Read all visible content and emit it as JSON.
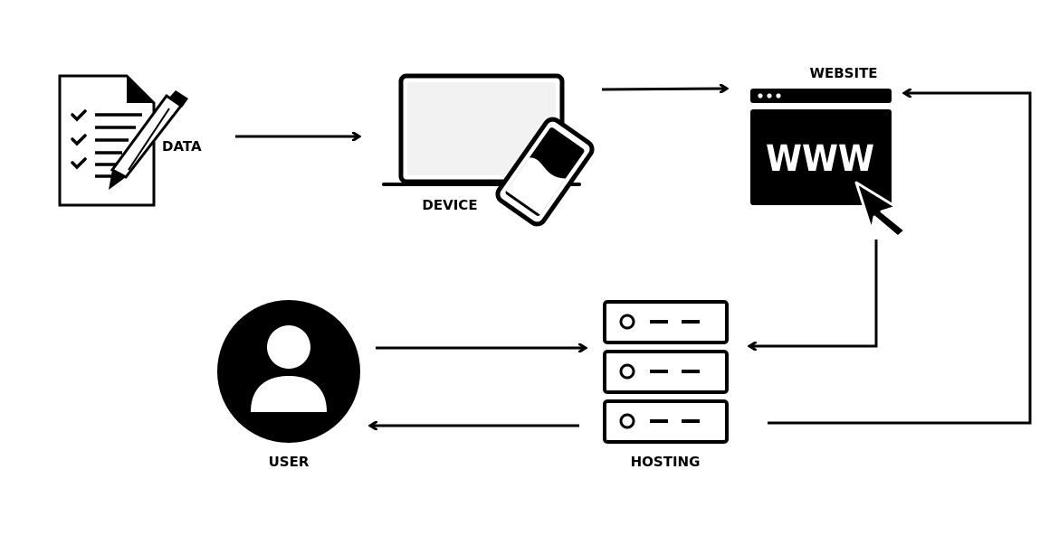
{
  "labels": {
    "data": "DATA",
    "device": "DEVICE",
    "website": "WEBSITE",
    "user": "USER",
    "hosting": "HOSTING"
  },
  "website": {
    "address_text": "WWW"
  },
  "colors": {
    "ink": "#000000",
    "paper": "#ffffff",
    "screen": "#f2f2f2"
  }
}
